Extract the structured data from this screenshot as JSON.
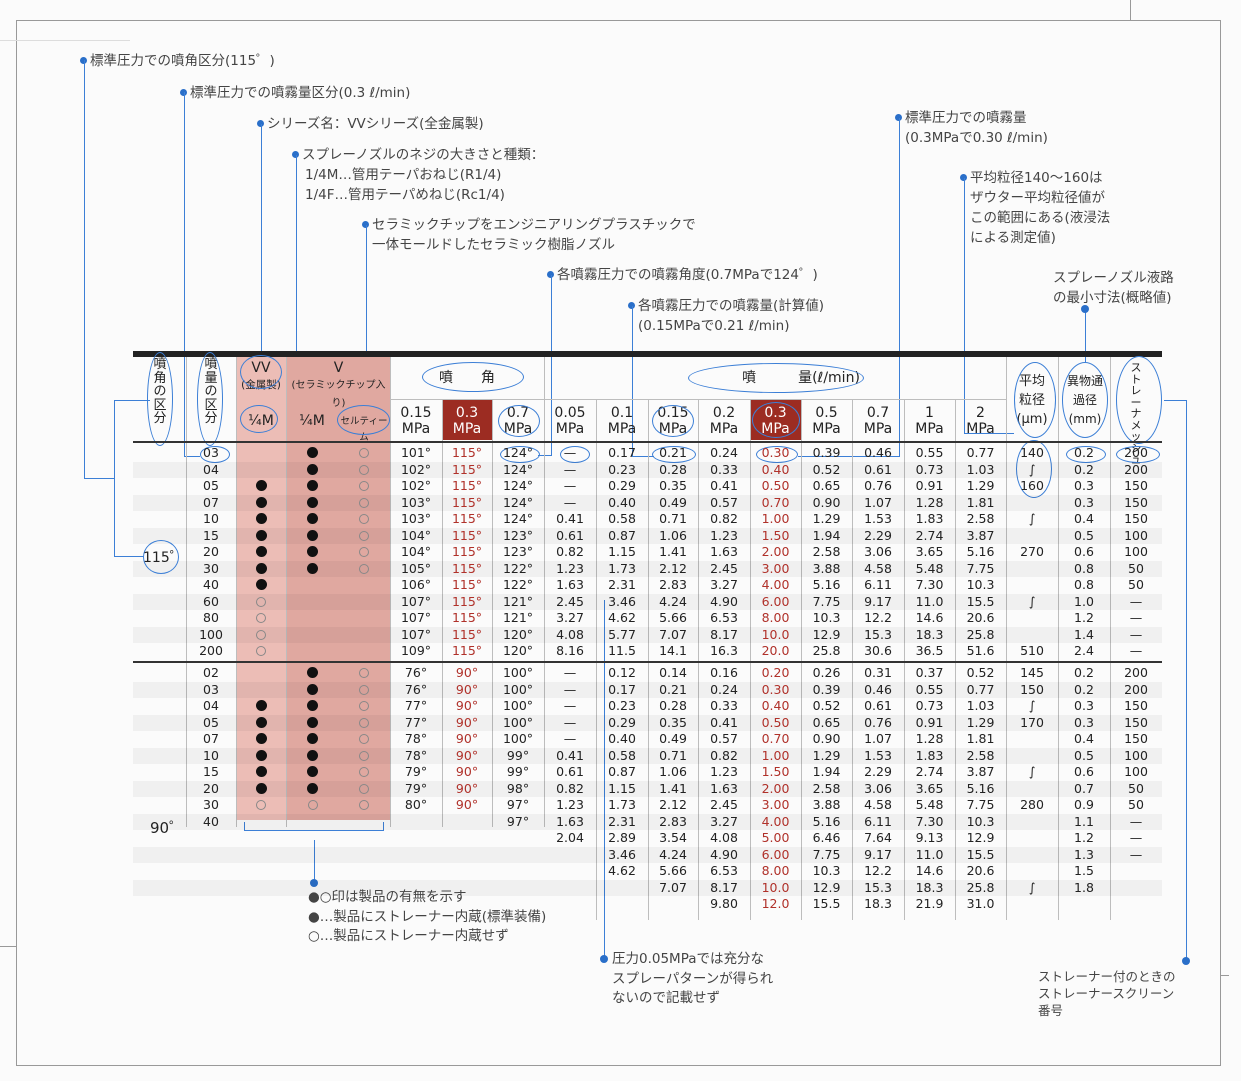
{
  "annotations": {
    "a1": "標準圧力での噴角区分(115゜)",
    "a2": "標準圧力での噴霧量区分(0.3 ℓ/min)",
    "a3": "シリーズ名：VVシリーズ(全金属製)",
    "a4_1": "スプレーノズルのネジの大きさと種類：",
    "a4_2": "1/4M…管用テーパおねじ(R1/4)",
    "a4_3": "1/4F…管用テーパめねじ(Rc1/4)",
    "a5_1": "セラミックチップをエンジニアリングプラスチックで",
    "a5_2": "一体モールドしたセラミック樹脂ノズル",
    "a6": "各噴霧圧力での噴霧角度(0.7MPaで124゜)",
    "a7_1": "各噴霧圧力での噴霧量(計算値)",
    "a7_2": "(0.15MPaで0.21 ℓ/min)",
    "a8_1": "標準圧力での噴霧量",
    "a8_2": "(0.3MPaで0.30 ℓ/min)",
    "a9_1": "平均粒径140～160は",
    "a9_2": "ザウター平均粒径値が",
    "a9_3": "この範囲にある(液浸法",
    "a9_4": "による測定値)",
    "a10_1": "スプレーノズル液路",
    "a10_2": "の最小寸法(概略値)",
    "legend_1": "●○印は製品の有無を示す",
    "legend_2": "●…製品にストレーナー内蔵(標準装備)",
    "legend_3": "○…製品にストレーナー内蔵せず",
    "note_1": "圧力0.05MPaでは充分な",
    "note_2": "スプレーパターンが得られ",
    "note_3": "ないので記載せず",
    "strainer_1": "ストレーナー付のときの",
    "strainer_2": "ストレーナースクリーン",
    "strainer_3": "番号"
  },
  "headers": {
    "angle_class": "噴角の区分",
    "flow_class": "噴量の区分",
    "vv": "VV",
    "vv_sub": "(金属製)",
    "v": "V",
    "v_sub": "(セラミックチップ入り)",
    "quarter_m": "¼M",
    "quarter_m2": "¼M",
    "ceramic": "セルティーム",
    "spray_angle": "噴　　角",
    "spray_volume": "噴　　　量(ℓ/min)",
    "p015": "0.15",
    "p03": "0.3",
    "p07": "0.7",
    "p005": "0.05",
    "p01": "0.1",
    "p015b": "0.15",
    "p02": "0.2",
    "p03b": "0.3",
    "p05": "0.5",
    "p07b": "0.7",
    "p1": "1",
    "p2": "2",
    "mpa": "MPa",
    "avg_size": "平均粒径",
    "mu": "(μm)",
    "passage": "異物通過径",
    "mm": "(mm)",
    "mesh": "ストレーナメッシュ"
  },
  "group1_label": "115゜",
  "group2_label": "90゜",
  "group1": [
    [
      "03",
      "",
      "●",
      "○",
      "101°",
      "115°",
      "124°",
      "—",
      "0.17",
      "0.21",
      "0.24",
      "0.30",
      "0.39",
      "0.46",
      "0.55",
      "0.77",
      "140",
      "0.2",
      "200"
    ],
    [
      "04",
      "",
      "●",
      "○",
      "102°",
      "115°",
      "124°",
      "—",
      "0.23",
      "0.28",
      "0.33",
      "0.40",
      "0.52",
      "0.61",
      "0.73",
      "1.03",
      "∫",
      "0.2",
      "200"
    ],
    [
      "05",
      "●",
      "●",
      "○",
      "102°",
      "115°",
      "124°",
      "—",
      "0.29",
      "0.35",
      "0.41",
      "0.50",
      "0.65",
      "0.76",
      "0.91",
      "1.29",
      "160",
      "0.3",
      "150"
    ],
    [
      "07",
      "●",
      "●",
      "○",
      "103°",
      "115°",
      "124°",
      "—",
      "0.40",
      "0.49",
      "0.57",
      "0.70",
      "0.90",
      "1.07",
      "1.28",
      "1.81",
      "",
      "0.3",
      "150"
    ],
    [
      "10",
      "●",
      "●",
      "○",
      "103°",
      "115°",
      "124°",
      "0.41",
      "0.58",
      "0.71",
      "0.82",
      "1.00",
      "1.29",
      "1.53",
      "1.83",
      "2.58",
      "∫",
      "0.4",
      "150"
    ],
    [
      "15",
      "●",
      "●",
      "○",
      "104°",
      "115°",
      "123°",
      "0.61",
      "0.87",
      "1.06",
      "1.23",
      "1.50",
      "1.94",
      "2.29",
      "2.74",
      "3.87",
      "",
      "0.5",
      "100"
    ],
    [
      "20",
      "●",
      "●",
      "○",
      "104°",
      "115°",
      "123°",
      "0.82",
      "1.15",
      "1.41",
      "1.63",
      "2.00",
      "2.58",
      "3.06",
      "3.65",
      "5.16",
      "270",
      "0.6",
      "100"
    ],
    [
      "30",
      "●",
      "●",
      "○",
      "105°",
      "115°",
      "122°",
      "1.23",
      "1.73",
      "2.12",
      "2.45",
      "3.00",
      "3.88",
      "4.58",
      "5.48",
      "7.75",
      "",
      "0.8",
      "50"
    ],
    [
      "40",
      "●",
      "",
      "",
      "106°",
      "115°",
      "122°",
      "1.63",
      "2.31",
      "2.83",
      "3.27",
      "4.00",
      "5.16",
      "6.11",
      "7.30",
      "10.3",
      "",
      "0.8",
      "50"
    ],
    [
      "60",
      "○",
      "",
      "",
      "107°",
      "115°",
      "121°",
      "2.45",
      "3.46",
      "4.24",
      "4.90",
      "6.00",
      "7.75",
      "9.17",
      "11.0",
      "15.5",
      "∫",
      "1.0",
      "—"
    ],
    [
      "80",
      "○",
      "",
      "",
      "107°",
      "115°",
      "121°",
      "3.27",
      "4.62",
      "5.66",
      "6.53",
      "8.00",
      "10.3",
      "12.2",
      "14.6",
      "20.6",
      "",
      "1.2",
      "—"
    ],
    [
      "100",
      "○",
      "",
      "",
      "107°",
      "115°",
      "120°",
      "4.08",
      "5.77",
      "7.07",
      "8.17",
      "10.0",
      "12.9",
      "15.3",
      "18.3",
      "25.8",
      "",
      "1.4",
      "—"
    ],
    [
      "200",
      "○",
      "",
      "",
      "109°",
      "115°",
      "120°",
      "8.16",
      "11.5",
      "14.1",
      "16.3",
      "20.0",
      "25.8",
      "30.6",
      "36.5",
      "51.6",
      "510",
      "2.4",
      "—"
    ]
  ],
  "group2": [
    [
      "02",
      "",
      "●",
      "○",
      "76°",
      "90°",
      "100°",
      "—",
      "0.12",
      "0.14",
      "0.16",
      "0.20",
      "0.26",
      "0.31",
      "0.37",
      "0.52",
      "145",
      "0.2",
      "200"
    ],
    [
      "03",
      "",
      "●",
      "○",
      "76°",
      "90°",
      "100°",
      "—",
      "0.17",
      "0.21",
      "0.24",
      "0.30",
      "0.39",
      "0.46",
      "0.55",
      "0.77",
      "150",
      "0.2",
      "200"
    ],
    [
      "04",
      "●",
      "●",
      "○",
      "77°",
      "90°",
      "100°",
      "—",
      "0.23",
      "0.28",
      "0.33",
      "0.40",
      "0.52",
      "0.61",
      "0.73",
      "1.03",
      "∫",
      "0.3",
      "150"
    ],
    [
      "05",
      "●",
      "●",
      "○",
      "77°",
      "90°",
      "100°",
      "—",
      "0.29",
      "0.35",
      "0.41",
      "0.50",
      "0.65",
      "0.76",
      "0.91",
      "1.29",
      "170",
      "0.3",
      "150"
    ],
    [
      "07",
      "●",
      "●",
      "○",
      "78°",
      "90°",
      "100°",
      "—",
      "0.40",
      "0.49",
      "0.57",
      "0.70",
      "0.90",
      "1.07",
      "1.28",
      "1.81",
      "",
      "0.4",
      "150"
    ],
    [
      "10",
      "●",
      "●",
      "○",
      "78°",
      "90°",
      "99°",
      "0.41",
      "0.58",
      "0.71",
      "0.82",
      "1.00",
      "1.29",
      "1.53",
      "1.83",
      "2.58",
      "",
      "0.5",
      "100"
    ],
    [
      "15",
      "●",
      "●",
      "○",
      "79°",
      "90°",
      "99°",
      "0.61",
      "0.87",
      "1.06",
      "1.23",
      "1.50",
      "1.94",
      "2.29",
      "2.74",
      "3.87",
      "∫",
      "0.6",
      "100"
    ],
    [
      "20",
      "●",
      "●",
      "○",
      "79°",
      "90°",
      "98°",
      "0.82",
      "1.15",
      "1.41",
      "1.63",
      "2.00",
      "2.58",
      "3.06",
      "3.65",
      "5.16",
      "",
      "0.7",
      "50"
    ],
    [
      "30",
      "○",
      "○",
      "○",
      "80°",
      "90°",
      "97°",
      "1.23",
      "1.73",
      "2.12",
      "2.45",
      "3.00",
      "3.88",
      "4.58",
      "5.48",
      "7.75",
      "280",
      "0.9",
      "50"
    ],
    [
      "40",
      "",
      "",
      "",
      "",
      "",
      "97°",
      "1.63",
      "2.31",
      "2.83",
      "3.27",
      "4.00",
      "5.16",
      "6.11",
      "7.30",
      "10.3",
      "",
      "1.1",
      "—"
    ],
    [
      "",
      "",
      "",
      "",
      "",
      "",
      "",
      "2.04",
      "2.89",
      "3.54",
      "4.08",
      "5.00",
      "6.46",
      "7.64",
      "9.13",
      "12.9",
      "",
      "1.2",
      "—"
    ],
    [
      "",
      "",
      "",
      "",
      "",
      "",
      "",
      "",
      "3.46",
      "4.24",
      "4.90",
      "6.00",
      "7.75",
      "9.17",
      "11.0",
      "15.5",
      "",
      "1.3",
      "—"
    ],
    [
      "",
      "",
      "",
      "",
      "",
      "",
      "",
      "",
      "4.62",
      "5.66",
      "6.53",
      "8.00",
      "10.3",
      "12.2",
      "14.6",
      "20.6",
      "",
      "1.5",
      ""
    ],
    [
      "",
      "",
      "",
      "",
      "",
      "",
      "",
      "",
      "",
      "7.07",
      "8.17",
      "10.0",
      "12.9",
      "15.3",
      "18.3",
      "25.8",
      "∫",
      "1.8",
      ""
    ],
    [
      "",
      "",
      "",
      "",
      "",
      "",
      "",
      "",
      "",
      "",
      "9.80",
      "12.0",
      "15.5",
      "18.3",
      "21.9",
      "31.0",
      "",
      "",
      ""
    ]
  ]
}
